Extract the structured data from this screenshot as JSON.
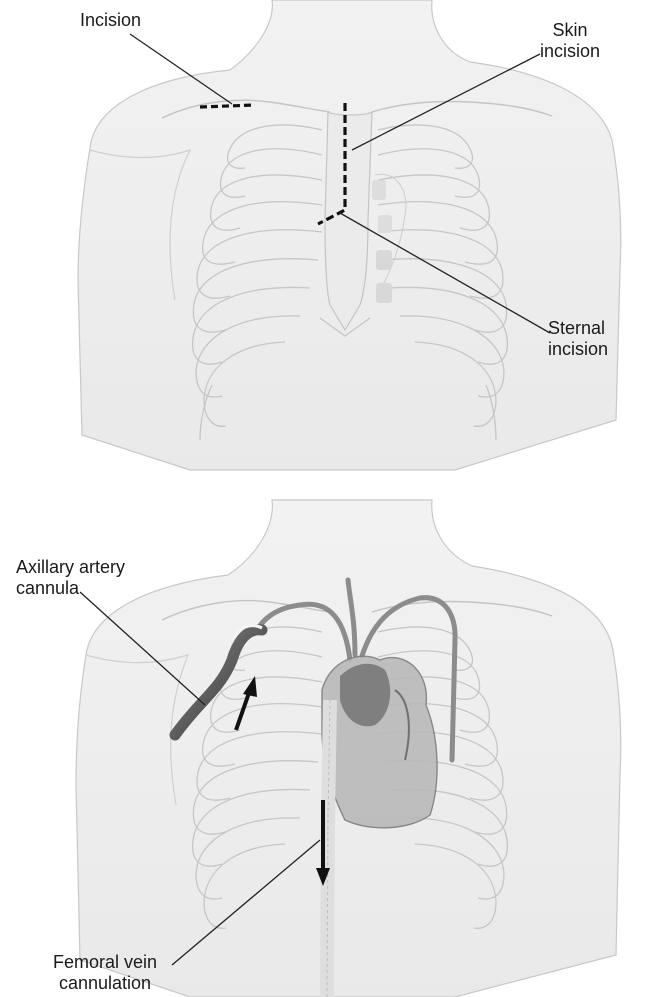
{
  "top_panel": {
    "labels": {
      "incision": "Incision",
      "skin_incision": [
        "Skin",
        "incision"
      ],
      "sternal_incision": [
        "Sternal",
        "incision"
      ]
    }
  },
  "bottom_panel": {
    "labels": {
      "axillary_artery_cannula": [
        "Axillary artery",
        "cannula"
      ],
      "femoral_vein_cannulation": [
        "Femoral vein",
        "cannulation"
      ]
    }
  }
}
